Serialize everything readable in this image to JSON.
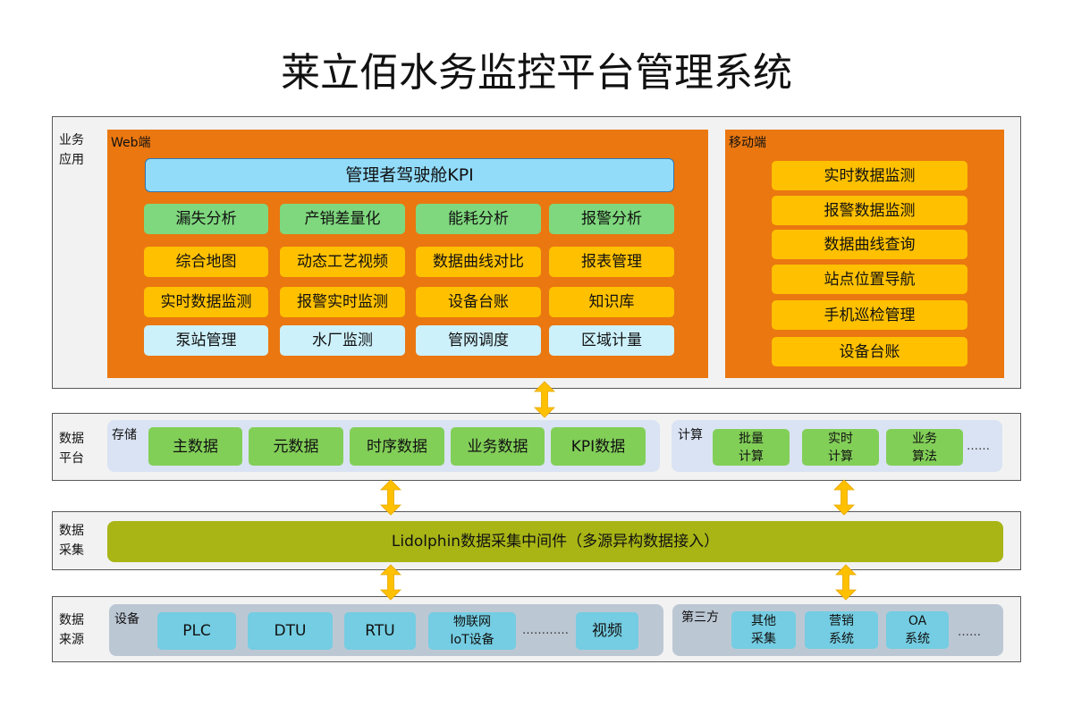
{
  "title": "莱立佰水务监控平台管理系统",
  "layers": {
    "business": {
      "label": "业务\n应用",
      "web": {
        "label": "Web端",
        "kpi": "管理者驾驶舱KPI",
        "rows": [
          [
            "漏失分析",
            "产销差量化",
            "能耗分析",
            "报警分析"
          ],
          [
            "综合地图",
            "动态工艺视频",
            "数据曲线对比",
            "报表管理"
          ],
          [
            "实时数据监测",
            "报警实时监测",
            "设备台账",
            "知识库"
          ],
          [
            "泵站管理",
            "水厂监测",
            "管网调度",
            "区域计量"
          ]
        ]
      },
      "mobile": {
        "label": "移动端",
        "items": [
          "实时数据监测",
          "报警数据监测",
          "数据曲线查询",
          "站点位置导航",
          "手机巡检管理",
          "设备台账"
        ]
      }
    },
    "platform": {
      "label": "数据\n平台",
      "storage": {
        "label": "存储",
        "items": [
          "主数据",
          "元数据",
          "时序数据",
          "业务数据",
          "KPI数据"
        ]
      },
      "compute": {
        "label": "计算",
        "items": [
          "批量\n计算",
          "实时\n计算",
          "业务\n算法"
        ],
        "more": "……"
      }
    },
    "collection": {
      "label": "数据\n采集",
      "middleware": "Lidolphin数据采集中间件（多源异构数据接入）"
    },
    "source": {
      "label": "数据\n来源",
      "devices": {
        "label": "设备",
        "items": [
          "PLC",
          "DTU",
          "RTU",
          "物联网\nIoT设备"
        ],
        "more": "…………",
        "video": "视频"
      },
      "third_party": {
        "label": "第三方",
        "items": [
          "其他\n采集",
          "营销\n系统",
          "OA\n系统"
        ],
        "more": "……"
      }
    }
  },
  "colors": {
    "orange": "#ea7710",
    "kpi_blue": "#92dcfa",
    "green": "#7fd87e",
    "amber": "#ffc000",
    "light_cyan": "#cdf1fb",
    "olive": "#a8b515",
    "teal": "#74cde2",
    "arrow": "#ffc000"
  }
}
